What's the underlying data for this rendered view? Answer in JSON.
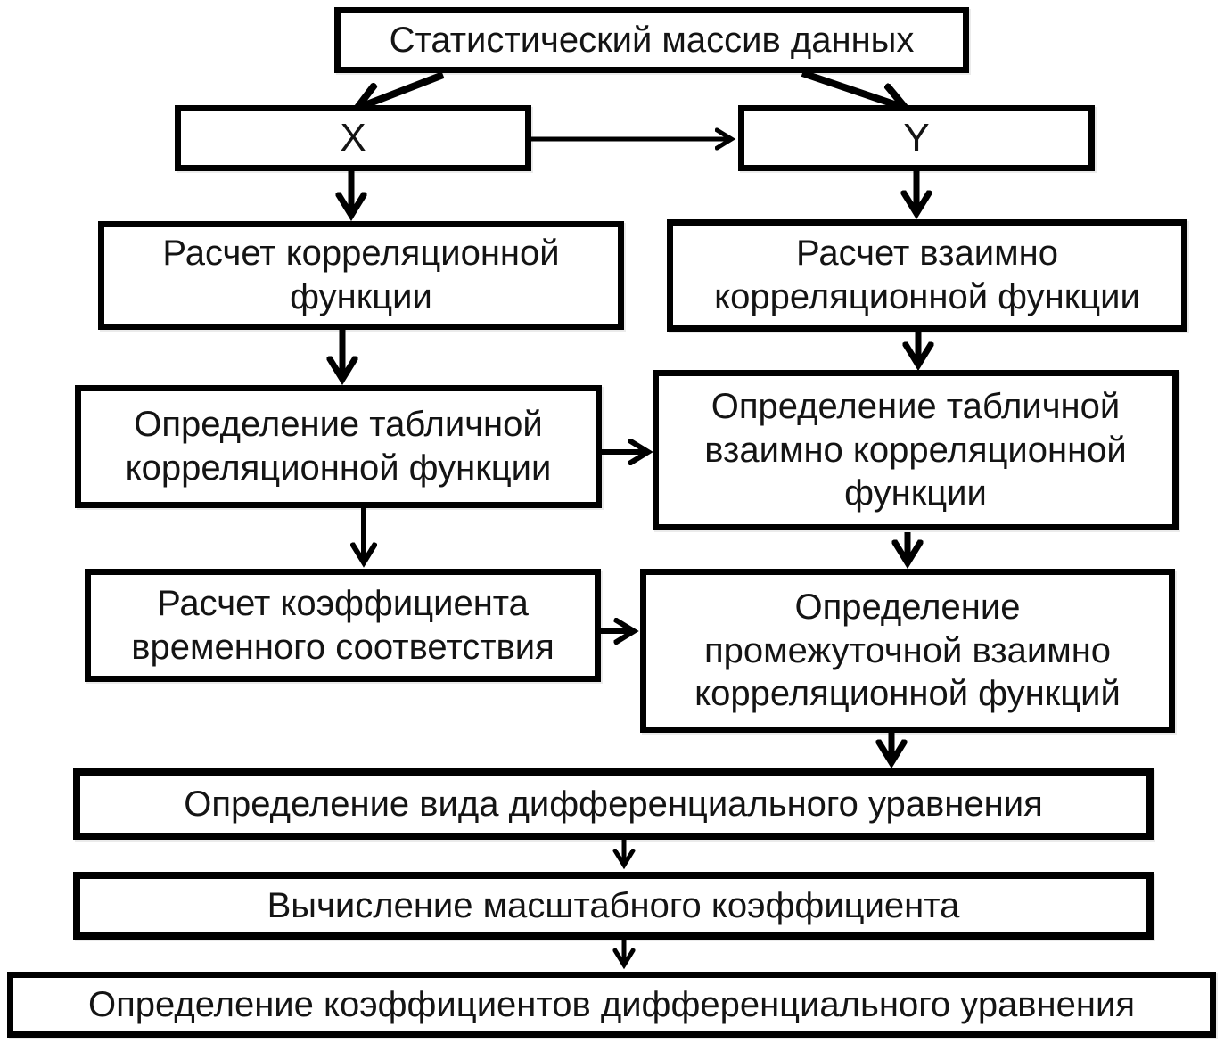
{
  "diagram": {
    "type": "flowchart",
    "language": "ru",
    "colors": {
      "background": "#ffffff",
      "box_fill": "#ffffff",
      "box_border": "#000000",
      "arrow": "#000000",
      "text": "#141414"
    },
    "nodes": {
      "data_array": {
        "label": "Статистический массив данных"
      },
      "x": {
        "label": "X"
      },
      "y": {
        "label": "Y"
      },
      "calc_correlation": {
        "label": "Расчет корреляционной\nфункции"
      },
      "calc_cross_correlation": {
        "label": "Расчет взаимно\nкорреляционной функции"
      },
      "tabular_correlation": {
        "label": "Определение табличной\nкорреляционной функции"
      },
      "tabular_cross_correlation": {
        "label": "Определение табличной\nвзаимно корреляционной\nфункции"
      },
      "time_coefficient": {
        "label": "Расчет коэффициента\nвременного соответствия"
      },
      "intermediate_cross_correlation": {
        "label": "Определение\nпромежуточной взаимно\nкорреляционной функций"
      },
      "equation_type": {
        "label": "Определение вида дифференциального уравнения"
      },
      "scale_coefficient": {
        "label": "Вычисление масштабного коэффициента"
      },
      "equation_coefficients": {
        "label": "Определение коэффициентов дифференциального уравнения"
      }
    },
    "edges": [
      {
        "from": "data_array",
        "to": "x"
      },
      {
        "from": "data_array",
        "to": "y"
      },
      {
        "from": "x",
        "to": "y"
      },
      {
        "from": "x",
        "to": "calc_correlation"
      },
      {
        "from": "y",
        "to": "calc_cross_correlation"
      },
      {
        "from": "calc_correlation",
        "to": "tabular_correlation"
      },
      {
        "from": "calc_cross_correlation",
        "to": "tabular_cross_correlation"
      },
      {
        "from": "tabular_correlation",
        "to": "tabular_cross_correlation"
      },
      {
        "from": "tabular_correlation",
        "to": "time_coefficient"
      },
      {
        "from": "tabular_cross_correlation",
        "to": "intermediate_cross_correlation"
      },
      {
        "from": "time_coefficient",
        "to": "intermediate_cross_correlation"
      },
      {
        "from": "intermediate_cross_correlation",
        "to": "equation_type"
      },
      {
        "from": "equation_type",
        "to": "scale_coefficient"
      },
      {
        "from": "scale_coefficient",
        "to": "equation_coefficients"
      }
    ]
  }
}
